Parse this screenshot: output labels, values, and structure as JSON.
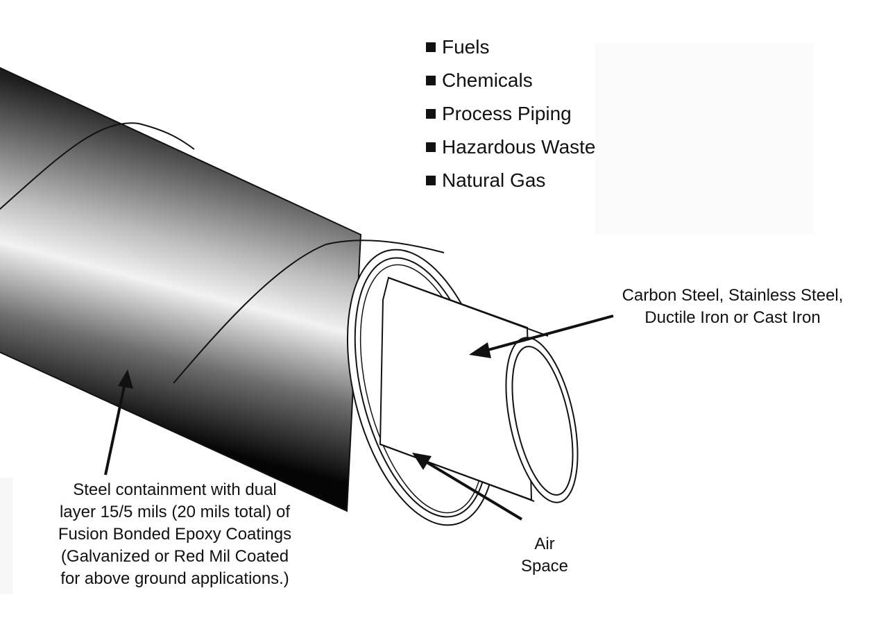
{
  "application_list": [
    "Fuels",
    "Chemicals",
    "Process Piping",
    "Hazardous Waste",
    "Natural Gas"
  ],
  "labels": {
    "carrier_pipe": [
      "Carbon Steel, Stainless Steel,",
      "Ductile Iron or Cast Iron"
    ],
    "containment": [
      "Steel containment with dual",
      "layer 15/5 mils (20 mils total) of",
      "Fusion Bonded Epoxy Coatings",
      "(Galvanized or Red Mil Coated",
      "for above ground applications.)"
    ],
    "air_space": [
      "Air",
      "Space"
    ]
  },
  "colors": {
    "outline": "#111111",
    "pipe_dark": "#0a0a0a",
    "pipe_light": "#f4f4f4",
    "background": "#ffffff"
  }
}
